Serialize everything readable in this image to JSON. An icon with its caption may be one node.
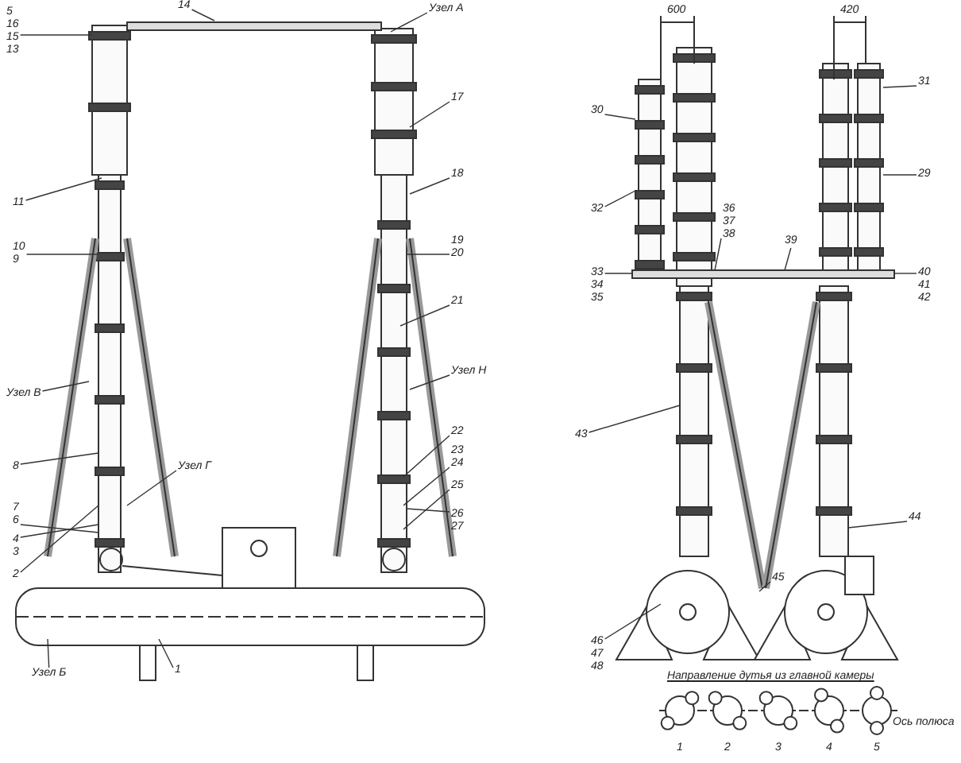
{
  "diagram": {
    "caption": "Направление дутья из главной камеры",
    "nodes": [
      {
        "text": [
          "5",
          "16",
          "15",
          "13"
        ]
      },
      {
        "text": [
          "14"
        ]
      },
      {
        "text": [
          "Узел А"
        ]
      },
      {
        "text": [
          "17"
        ]
      },
      {
        "text": [
          "18"
        ]
      },
      {
        "text": [
          "11"
        ]
      },
      {
        "text": [
          "10",
          "9"
        ]
      },
      {
        "text": [
          "19",
          "20"
        ]
      },
      {
        "text": [
          "21"
        ]
      },
      {
        "text": [
          "Узел В"
        ]
      },
      {
        "text": [
          "Узел Н"
        ]
      },
      {
        "text": [
          "8"
        ]
      },
      {
        "text": [
          "22"
        ]
      },
      {
        "text": [
          "23",
          "24"
        ]
      },
      {
        "text": [
          "7",
          "6"
        ]
      },
      {
        "text": [
          "Узел Г"
        ]
      },
      {
        "text": [
          "25"
        ]
      },
      {
        "text": [
          "4",
          "3"
        ]
      },
      {
        "text": [
          "26",
          "27"
        ]
      },
      {
        "text": [
          "2"
        ]
      },
      {
        "text": [
          "Узел Б"
        ]
      },
      {
        "text": [
          "1"
        ]
      },
      {
        "text": [
          "30"
        ]
      },
      {
        "text": [
          "31"
        ]
      },
      {
        "text": [
          "32"
        ]
      },
      {
        "text": [
          "29"
        ]
      },
      {
        "text": [
          "33",
          "34",
          "35"
        ]
      },
      {
        "text": [
          "36",
          "37",
          "38"
        ]
      },
      {
        "text": [
          "39"
        ]
      },
      {
        "text": [
          "40",
          "41",
          "42"
        ]
      },
      {
        "text": [
          "43"
        ]
      },
      {
        "text": [
          "44"
        ]
      },
      {
        "text": [
          "45"
        ]
      },
      {
        "text": [
          "46",
          "47",
          "48"
        ]
      }
    ],
    "edges": [
      {
        "from": 0,
        "to": null,
        "arrow": "none"
      },
      {
        "from": 1,
        "to": null,
        "arrow": "none"
      },
      {
        "from": 2,
        "to": null,
        "arrow": "none"
      },
      {
        "from": 3,
        "to": null,
        "arrow": "none"
      },
      {
        "from": 4,
        "to": null,
        "arrow": "none"
      },
      {
        "from": 5,
        "to": null,
        "arrow": "none"
      },
      {
        "from": 6,
        "to": null,
        "arrow": "none"
      },
      {
        "from": 7,
        "to": null,
        "arrow": "none"
      },
      {
        "from": 8,
        "to": null,
        "arrow": "none"
      },
      {
        "from": 9,
        "to": null,
        "arrow": "none"
      },
      {
        "from": 10,
        "to": null,
        "arrow": "none"
      },
      {
        "from": 11,
        "to": null,
        "arrow": "none"
      },
      {
        "from": 12,
        "to": null,
        "arrow": "none"
      },
      {
        "from": 13,
        "to": null,
        "arrow": "none"
      },
      {
        "from": 14,
        "to": null,
        "arrow": "none"
      },
      {
        "from": 15,
        "to": null,
        "arrow": "none"
      },
      {
        "from": 16,
        "to": null,
        "arrow": "none"
      },
      {
        "from": 17,
        "to": null,
        "arrow": "none"
      },
      {
        "from": 18,
        "to": null,
        "arrow": "none"
      },
      {
        "from": 19,
        "to": null,
        "arrow": "none"
      },
      {
        "from": 20,
        "to": null,
        "arrow": "none"
      },
      {
        "from": 21,
        "to": null,
        "arrow": "none"
      },
      {
        "from": 22,
        "to": null,
        "arrow": "none"
      },
      {
        "from": 23,
        "to": null,
        "arrow": "none"
      },
      {
        "from": 24,
        "to": null,
        "arrow": "none"
      },
      {
        "from": 25,
        "to": null,
        "arrow": "none"
      },
      {
        "from": 26,
        "to": null,
        "arrow": "none"
      },
      {
        "from": 27,
        "to": null,
        "arrow": "none"
      },
      {
        "from": 28,
        "to": null,
        "arrow": "none"
      },
      {
        "from": 29,
        "to": null,
        "arrow": "none"
      },
      {
        "from": 30,
        "to": null,
        "arrow": "none"
      },
      {
        "from": 31,
        "to": null,
        "arrow": "none"
      },
      {
        "from": 32,
        "to": null,
        "arrow": "none"
      },
      {
        "from": 33,
        "to": null,
        "arrow": "none"
      }
    ],
    "labels": [
      "600",
      "420",
      "1",
      "2",
      "3",
      "4",
      "5",
      "Ось полюса"
    ]
  }
}
